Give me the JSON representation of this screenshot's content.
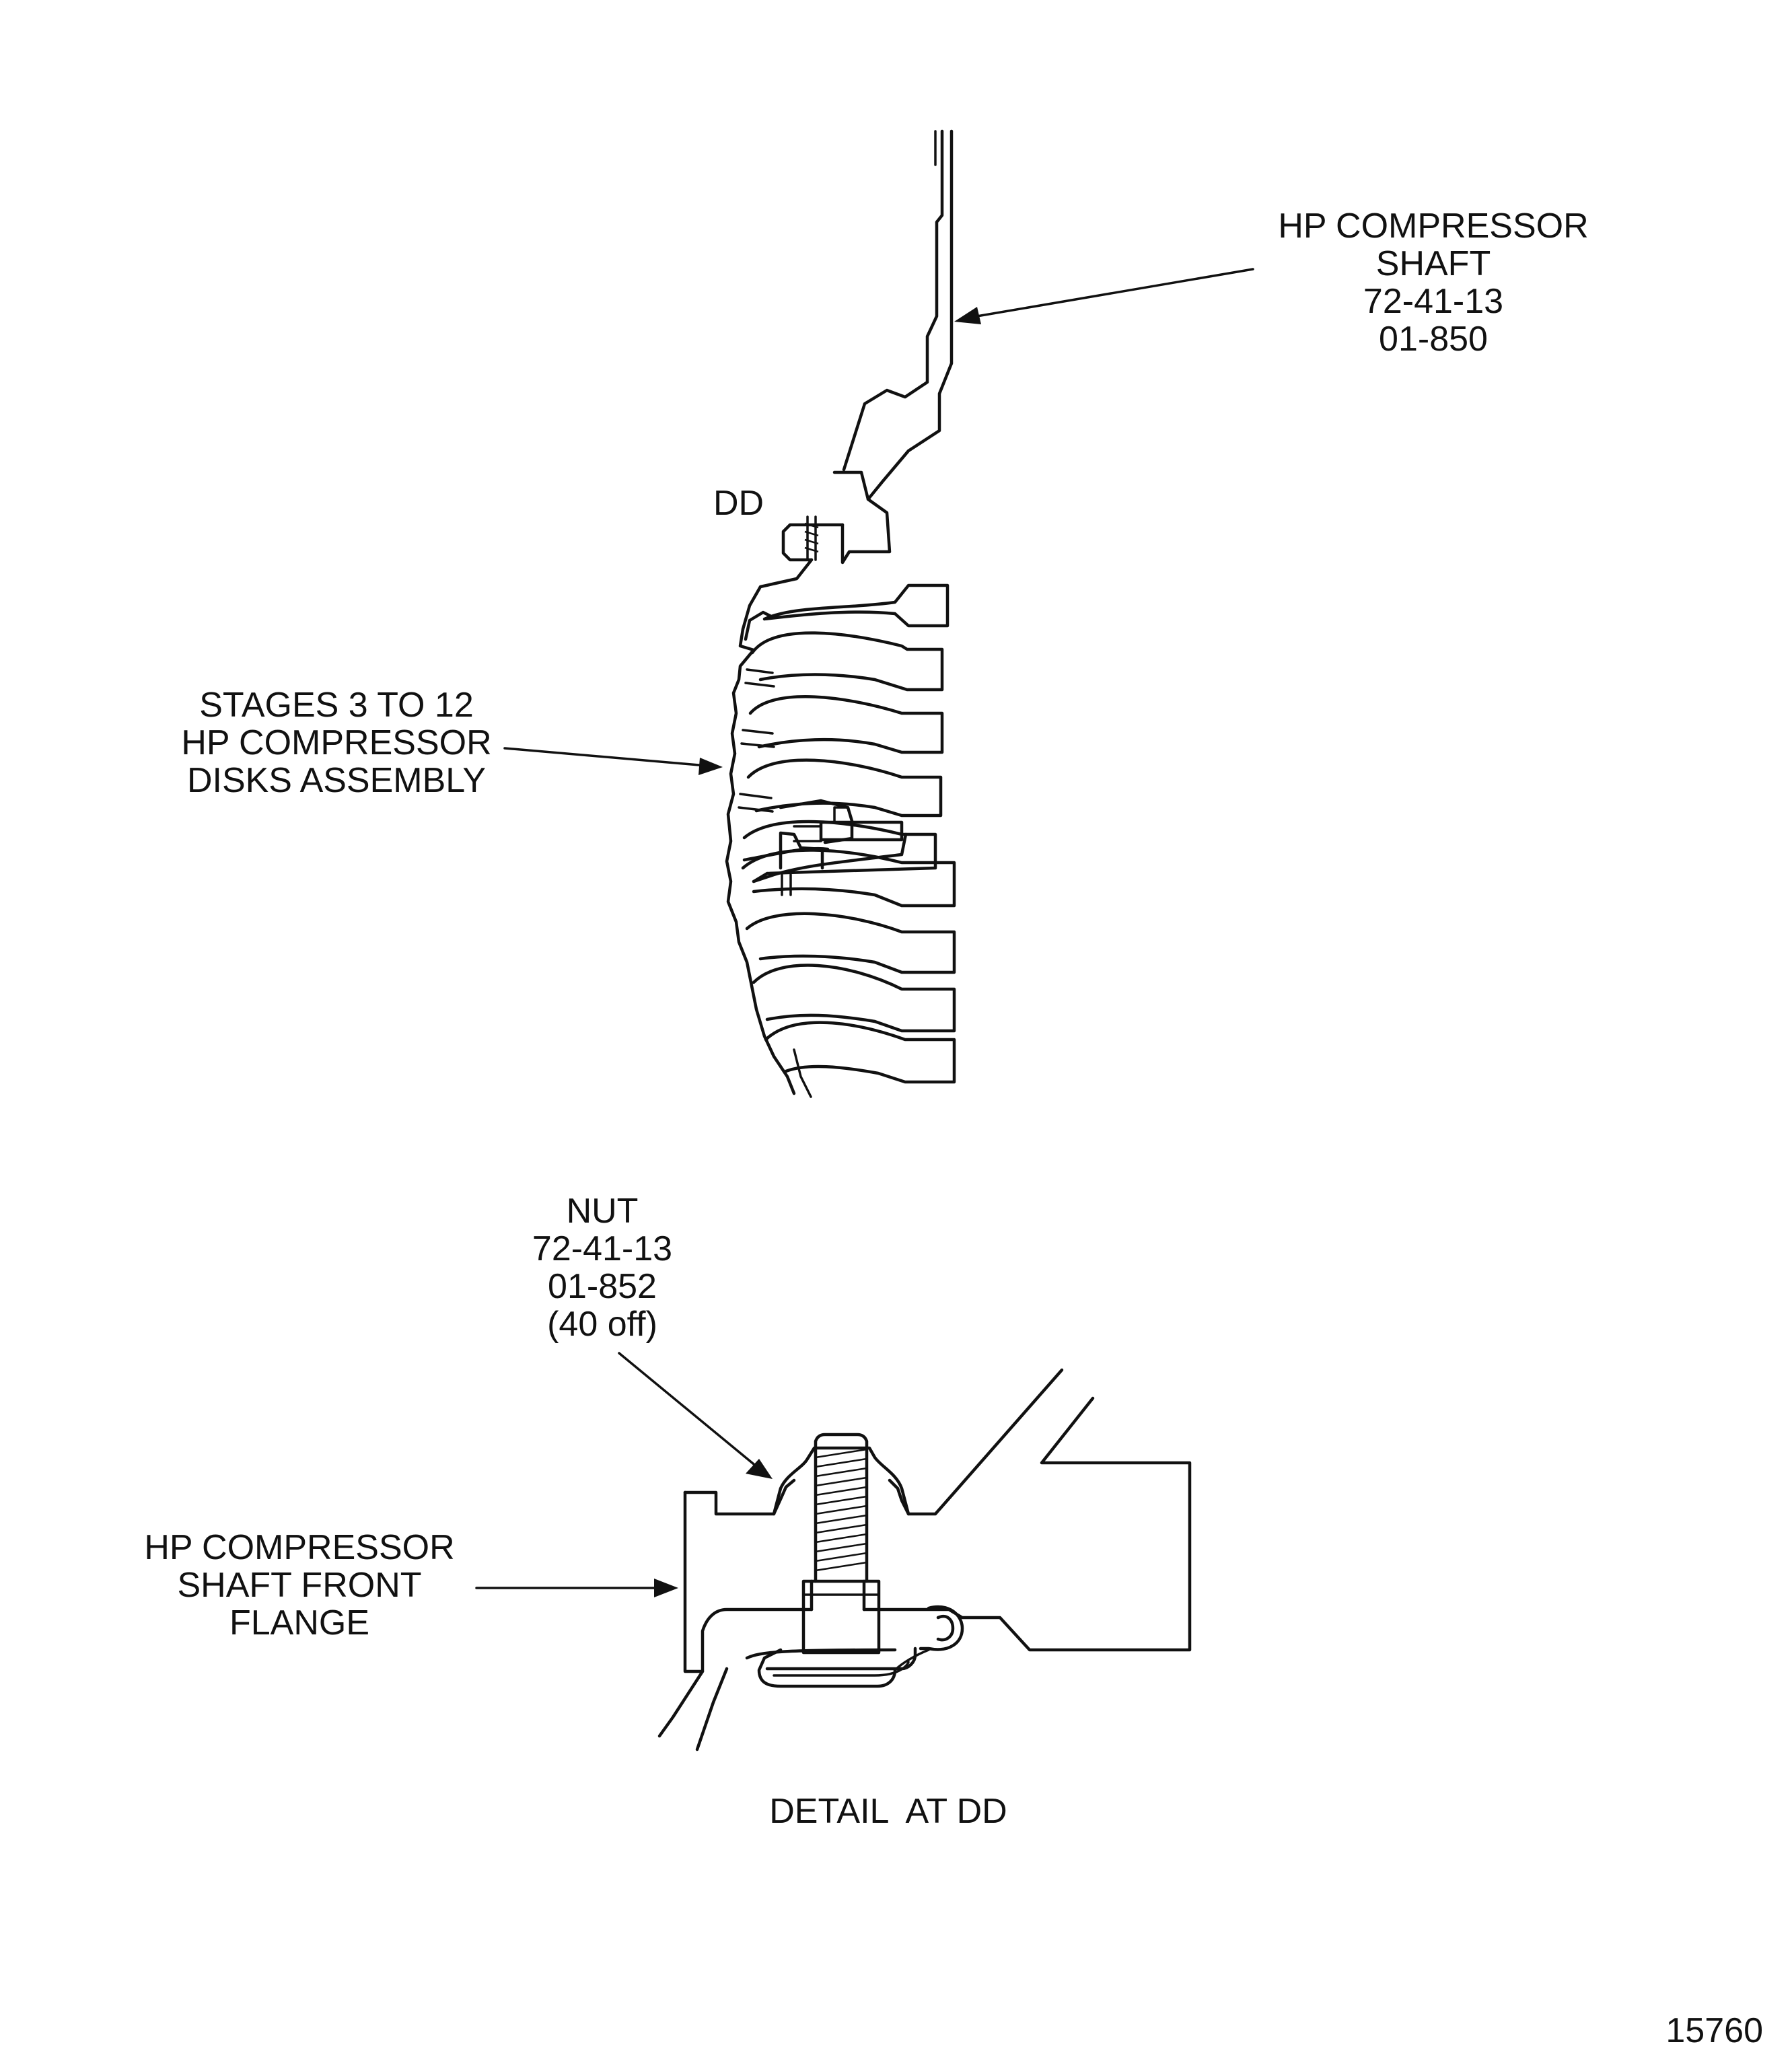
{
  "labels": {
    "hp_shaft": [
      "HP COMPRESSOR",
      "SHAFT",
      "72-41-13",
      "01-850"
    ],
    "dd": "DD",
    "stages": [
      "STAGES 3 TO 12",
      "HP COMPRESSOR",
      "DISKS ASSEMBLY"
    ],
    "nut": [
      "NUT",
      "72-41-13",
      "01-852",
      "(40 off)"
    ],
    "flange": [
      "HP COMPRESSOR",
      "SHAFT FRONT",
      "FLANGE"
    ],
    "detail_caption": "DETAIL  AT DD",
    "figure_number": "15760"
  }
}
